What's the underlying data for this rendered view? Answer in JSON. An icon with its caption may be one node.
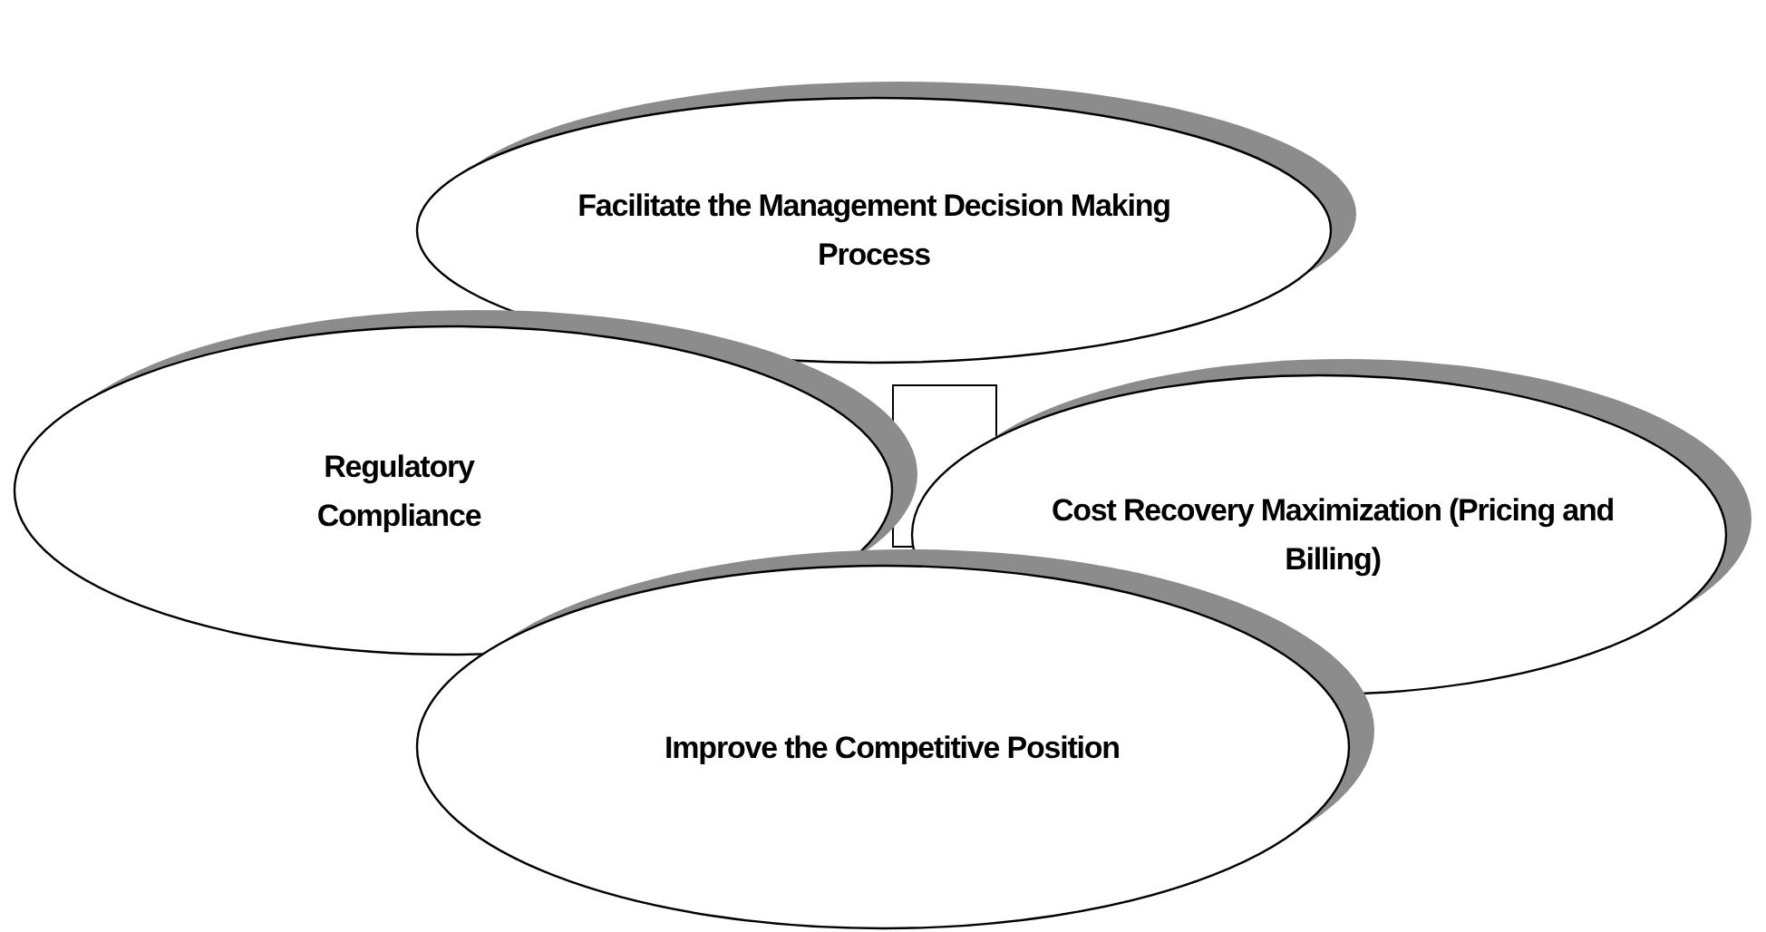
{
  "diagram": {
    "nodes": [
      {
        "text": [
          "Facilitate the Management Decision Making Process"
        ]
      },
      {
        "text": [
          "Regulatory Compliance"
        ]
      },
      {
        "text": [
          "Cost Recovery Maximization (Pricing and Billing)"
        ]
      },
      {
        "text": [
          "Improve the Competitive Position"
        ]
      },
      {
        "text": [],
        "shape": "box"
      }
    ],
    "edges": []
  }
}
